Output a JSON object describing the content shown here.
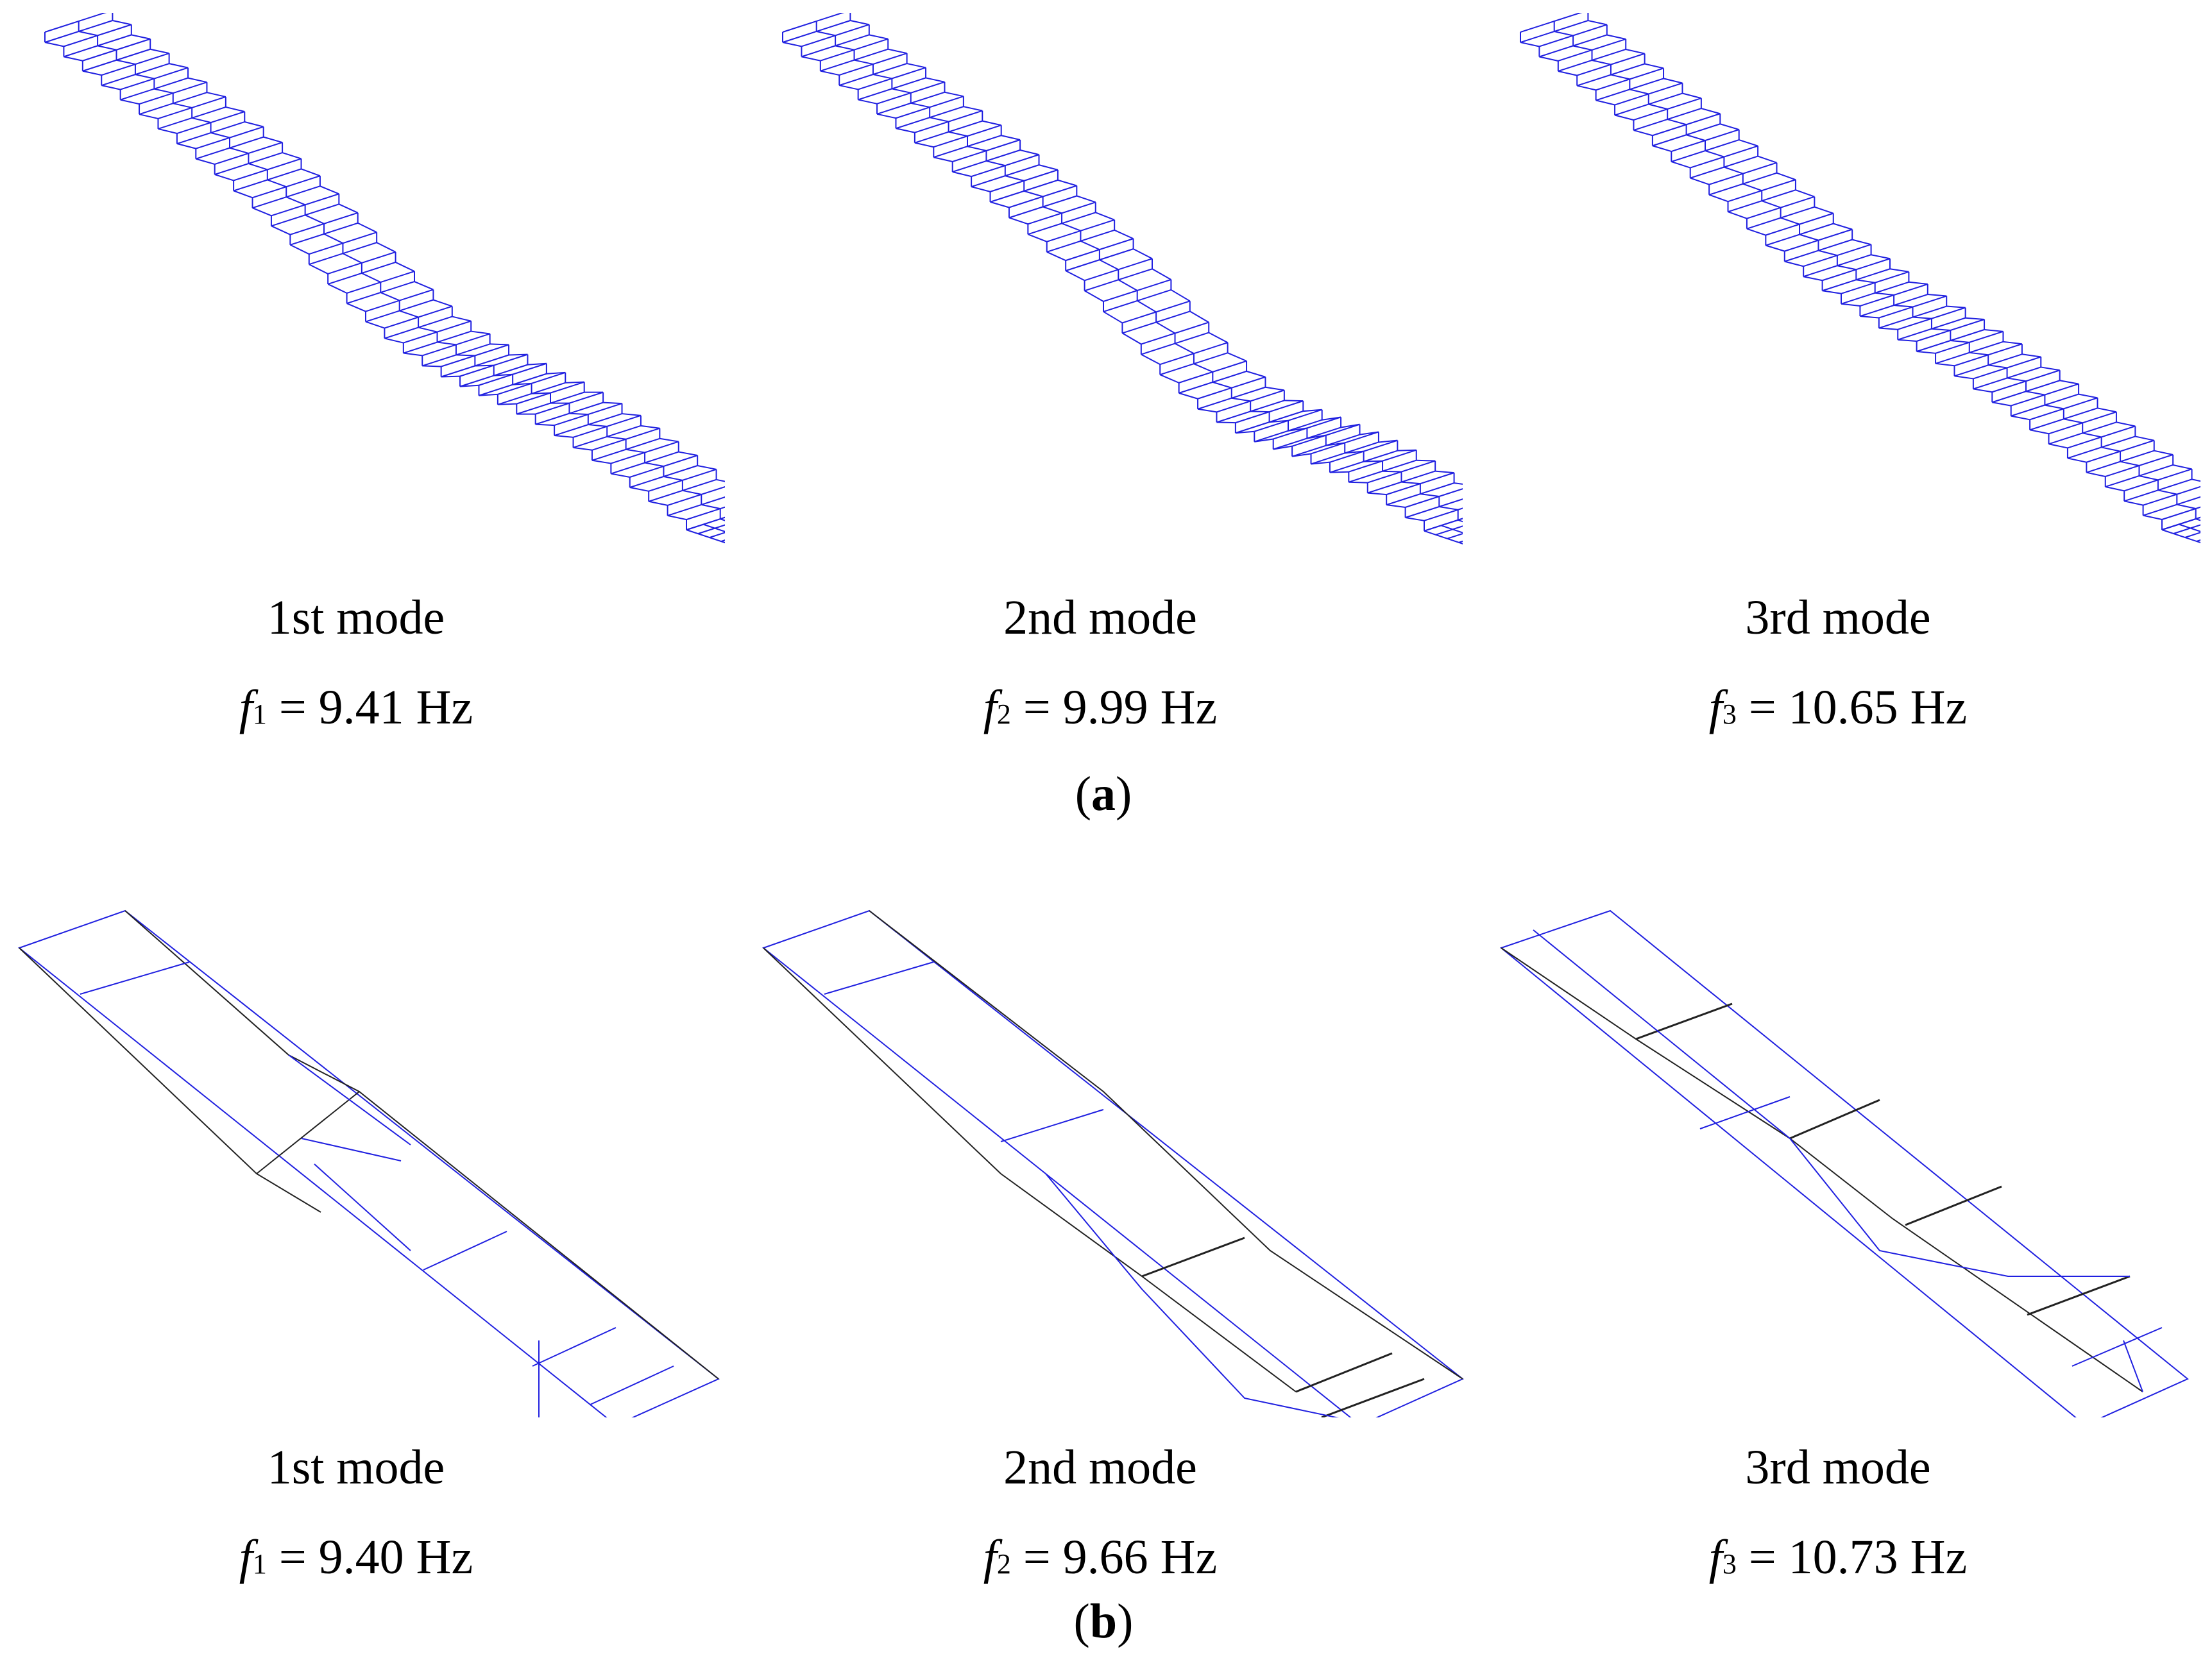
{
  "colors": {
    "mesh": "#2020e0",
    "undeformed": "#222222",
    "text": "#000000"
  },
  "panel_a": {
    "label_letter": "a",
    "modes": [
      {
        "caption": "1st mode",
        "symbol": "f",
        "index": "1",
        "value": "= 9.41 Hz"
      },
      {
        "caption": "2nd mode",
        "symbol": "f",
        "index": "2",
        "value": "= 9.99 Hz"
      },
      {
        "caption": "3rd mode",
        "symbol": "f",
        "index": "3",
        "value": "= 10.65 Hz"
      }
    ]
  },
  "panel_b": {
    "label_letter": "b",
    "modes": [
      {
        "caption": "1st mode",
        "symbol": "f",
        "index": "1",
        "value": "= 9.40 Hz"
      },
      {
        "caption": "2nd mode",
        "symbol": "f",
        "index": "2",
        "value": "= 9.66 Hz"
      },
      {
        "caption": "3rd mode",
        "symbol": "f",
        "index": "3",
        "value": "= 10.73 Hz"
      }
    ]
  }
}
